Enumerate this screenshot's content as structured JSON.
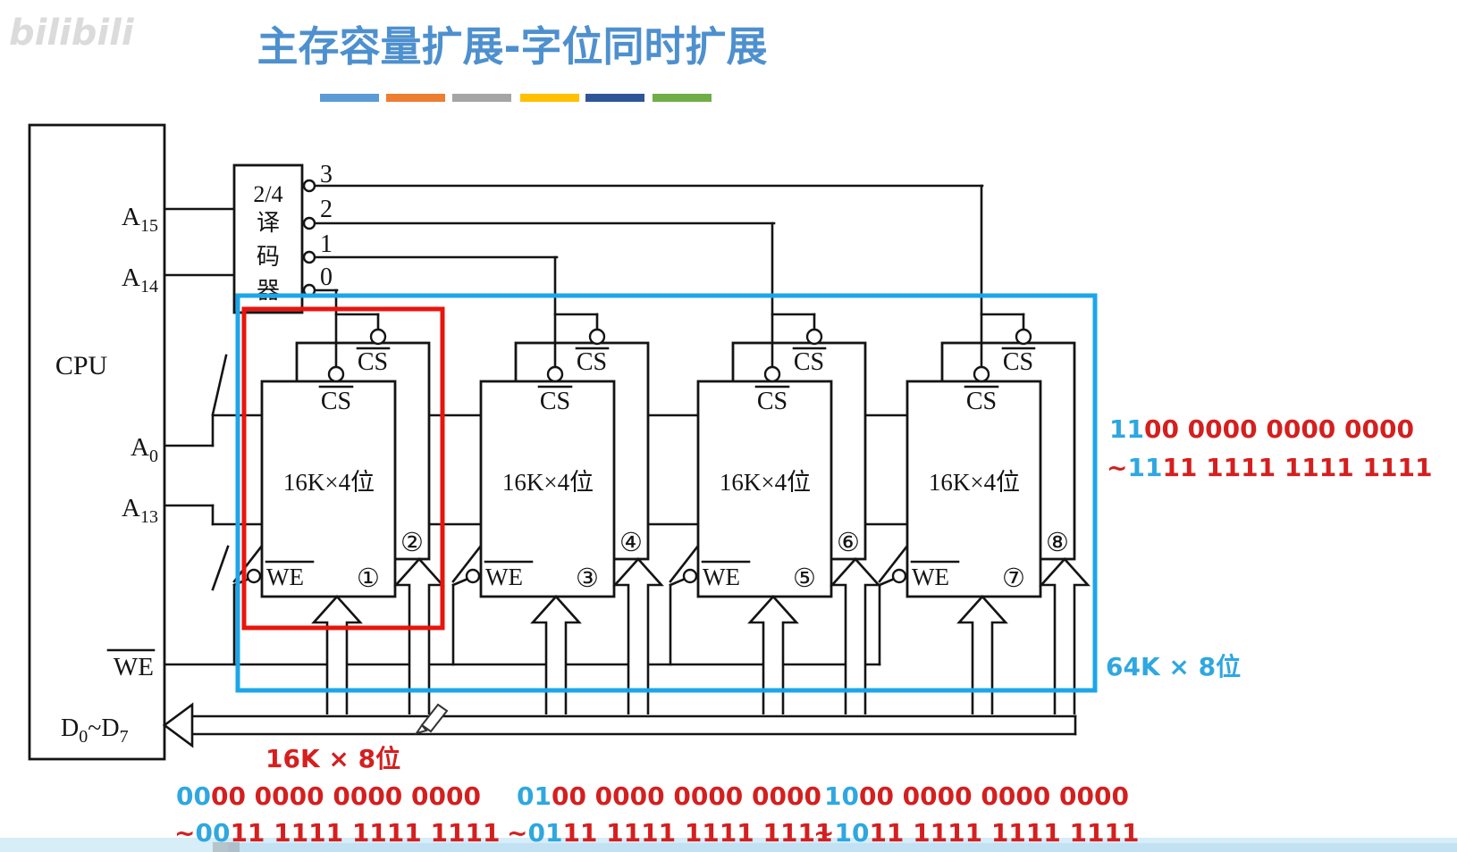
{
  "watermark": {
    "text": "bilibili"
  },
  "title": {
    "text": "主存容量扩展-字位同时扩展",
    "color": "#4E90CE"
  },
  "accent_bars": {
    "colors": [
      "#5B9BD5",
      "#ED7D31",
      "#A5A5A5",
      "#FFC000",
      "#2E5597",
      "#70AD47"
    ]
  },
  "cpu": {
    "label": "CPU",
    "pin_a15": {
      "base": "A",
      "sub": "15"
    },
    "pin_a14": {
      "base": "A",
      "sub": "14"
    },
    "pin_a0": {
      "base": "A",
      "sub": "0"
    },
    "pin_a13": {
      "base": "A",
      "sub": "13"
    },
    "pin_we": {
      "label": "WE"
    },
    "pin_data": {
      "d1": "D",
      "sub_low": "0",
      "tilde": "~",
      "d2": "D",
      "sub_high": "7"
    }
  },
  "decoder": {
    "ratio": "2/4",
    "name_char1": "译",
    "name_char2": "码",
    "name_char3": "器",
    "outputs": [
      "3",
      "2",
      "1",
      "0"
    ]
  },
  "chips": {
    "cs_label": "CS",
    "we_label": "WE",
    "capacity": "16K×4位",
    "groups": [
      {
        "front_no": "①",
        "back_no": "②"
      },
      {
        "front_no": "③",
        "back_no": "④"
      },
      {
        "front_no": "⑤",
        "back_no": "⑥"
      },
      {
        "front_no": "⑦",
        "back_no": "⑧"
      }
    ]
  },
  "annotations": {
    "colors": {
      "binary_red": "#D41F1F",
      "binary_blue": "#2FA7E0",
      "highlight_red_box": "#E8150D",
      "highlight_blue_box": "#1CA6EA"
    },
    "pair_capacity": {
      "text": "16K × 8位"
    },
    "total_capacity": {
      "text": "64K × 8位"
    },
    "right_range": {
      "row1": {
        "prefix": "11",
        "rest": "00 0000 0000 0000"
      },
      "row2": {
        "tilde": "~",
        "prefix": "11",
        "rest": "11 1111 1111 1111"
      }
    },
    "bottom_ranges": [
      {
        "row1": {
          "prefix": "00",
          "rest": "00 0000 0000 0000"
        },
        "row2": {
          "tilde": "~",
          "prefix": "00",
          "rest": "11 1111 1111 1111"
        }
      },
      {
        "row1": {
          "prefix": "01",
          "rest": "00 0000 0000 0000"
        },
        "row2": {
          "tilde": "~",
          "prefix": "01",
          "rest": "11 1111 1111 1111"
        }
      },
      {
        "row1": {
          "prefix": "10",
          "rest": "00 0000 0000 0000"
        },
        "row2": {
          "tilde": "~",
          "prefix": "10",
          "rest": "11 1111 1111 1111"
        }
      }
    ]
  }
}
